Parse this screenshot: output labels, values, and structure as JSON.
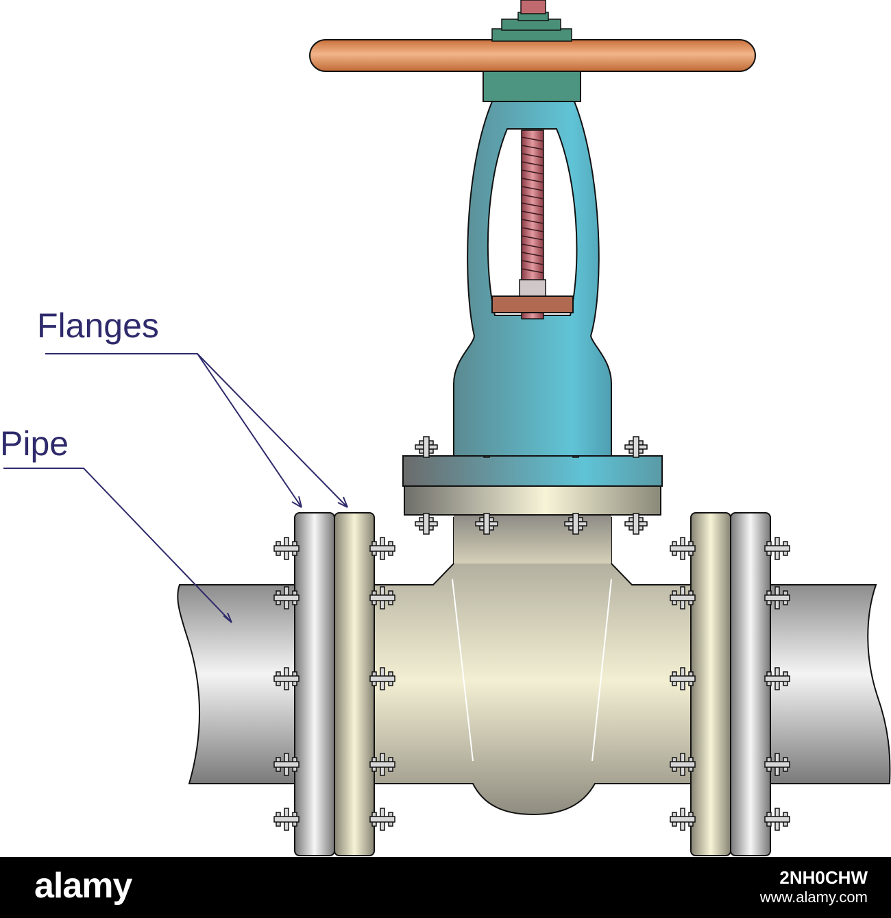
{
  "labels": {
    "flanges": "Flanges",
    "pipe": "Pipe"
  },
  "watermark": {
    "brand": "alamy",
    "image_id": "2NH0CHW",
    "url": "www.alamy.com"
  },
  "colors": {
    "label_text": "#2e2a6b",
    "leader_line": "#2e2a6b",
    "handwheel": "#e0915a",
    "valve_bonnet": "#4fa7b6",
    "stem": "#c06a6f",
    "pipe_metal": "#c8c8c8",
    "valve_body": "#d8d3b8",
    "bolt": "#c9c9c9",
    "footer_background": "#000000"
  }
}
